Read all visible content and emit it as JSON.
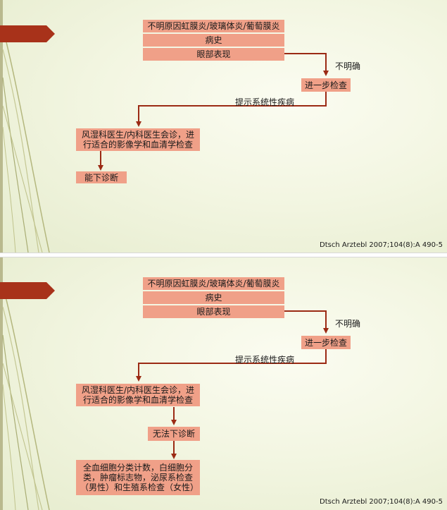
{
  "slide1": {
    "box_title": "不明原因虹膜炎/玻璃体炎/葡萄膜炎",
    "box_history": "病史",
    "box_exam": "眼部表现",
    "label_unclear": "不明确",
    "box_further": "进一步检查",
    "label_systemic": "提示系统性疾病",
    "box_consult": "风湿科医生/内科医生会诊，进行适合的影像学和血清学检查",
    "box_diagnosis": "能下诊断",
    "citation": "Dtsch Arztebl 2007;104(8):A 490-5"
  },
  "slide2": {
    "box_title": "不明原因虹膜炎/玻璃体炎/葡萄膜炎",
    "box_history": "病史",
    "box_exam": "眼部表现",
    "label_unclear": "不明确",
    "box_further": "进一步检查",
    "label_systemic": "提示系统性疾病",
    "box_consult": "风湿科医生/内科医生会诊，进行适合的影像学和血清学检查",
    "box_no_diagnosis": "无法下诊断",
    "box_tests": "全血细胞分类计数，白细胞分类，肿瘤标志物，泌尿系检查（男性）和生殖系检查（女性）",
    "citation": "Dtsch Arztebl 2007;104(8):A 490-5"
  },
  "colors": {
    "box_fill": "#f0a088",
    "arrow": "#9b2a14",
    "ribbon": "#a8321a",
    "background": "#f3f6e2"
  }
}
